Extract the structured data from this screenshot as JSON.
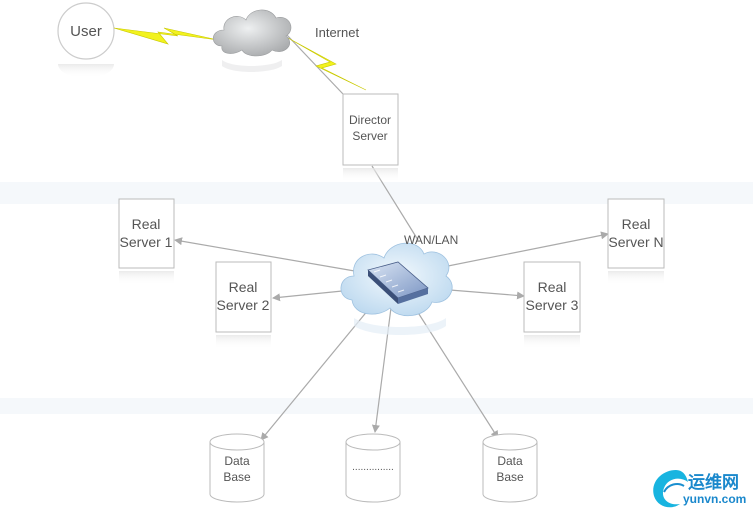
{
  "nodes": {
    "user": {
      "label": "User"
    },
    "internet": {
      "label": "Internet"
    },
    "director": {
      "line1": "Director",
      "line2": "Server"
    },
    "network": {
      "label": "WAN/LAN"
    },
    "real1": {
      "line1": "Real",
      "line2": "Server 1"
    },
    "real2": {
      "line1": "Real",
      "line2": "Server 2"
    },
    "real3": {
      "line1": "Real",
      "line2": "Server 3"
    },
    "realN": {
      "line1": "Real",
      "line2": "Server N"
    },
    "db1": {
      "line1": "Data",
      "line2": "Base"
    },
    "dbMid": {
      "label": "..............."
    },
    "db2": {
      "line1": "Data",
      "line2": "Base"
    }
  },
  "watermark": {
    "cn": "运维网",
    "en": "yunvn.com"
  },
  "colors": {
    "lightning": "#f2f21e",
    "lines": "#aaaaaa",
    "box_border": "#bbbbbb",
    "cloud": "#c9cbcd",
    "lan_cloud": "#cfe3f3",
    "brand_cyan": "#18b4e0"
  }
}
